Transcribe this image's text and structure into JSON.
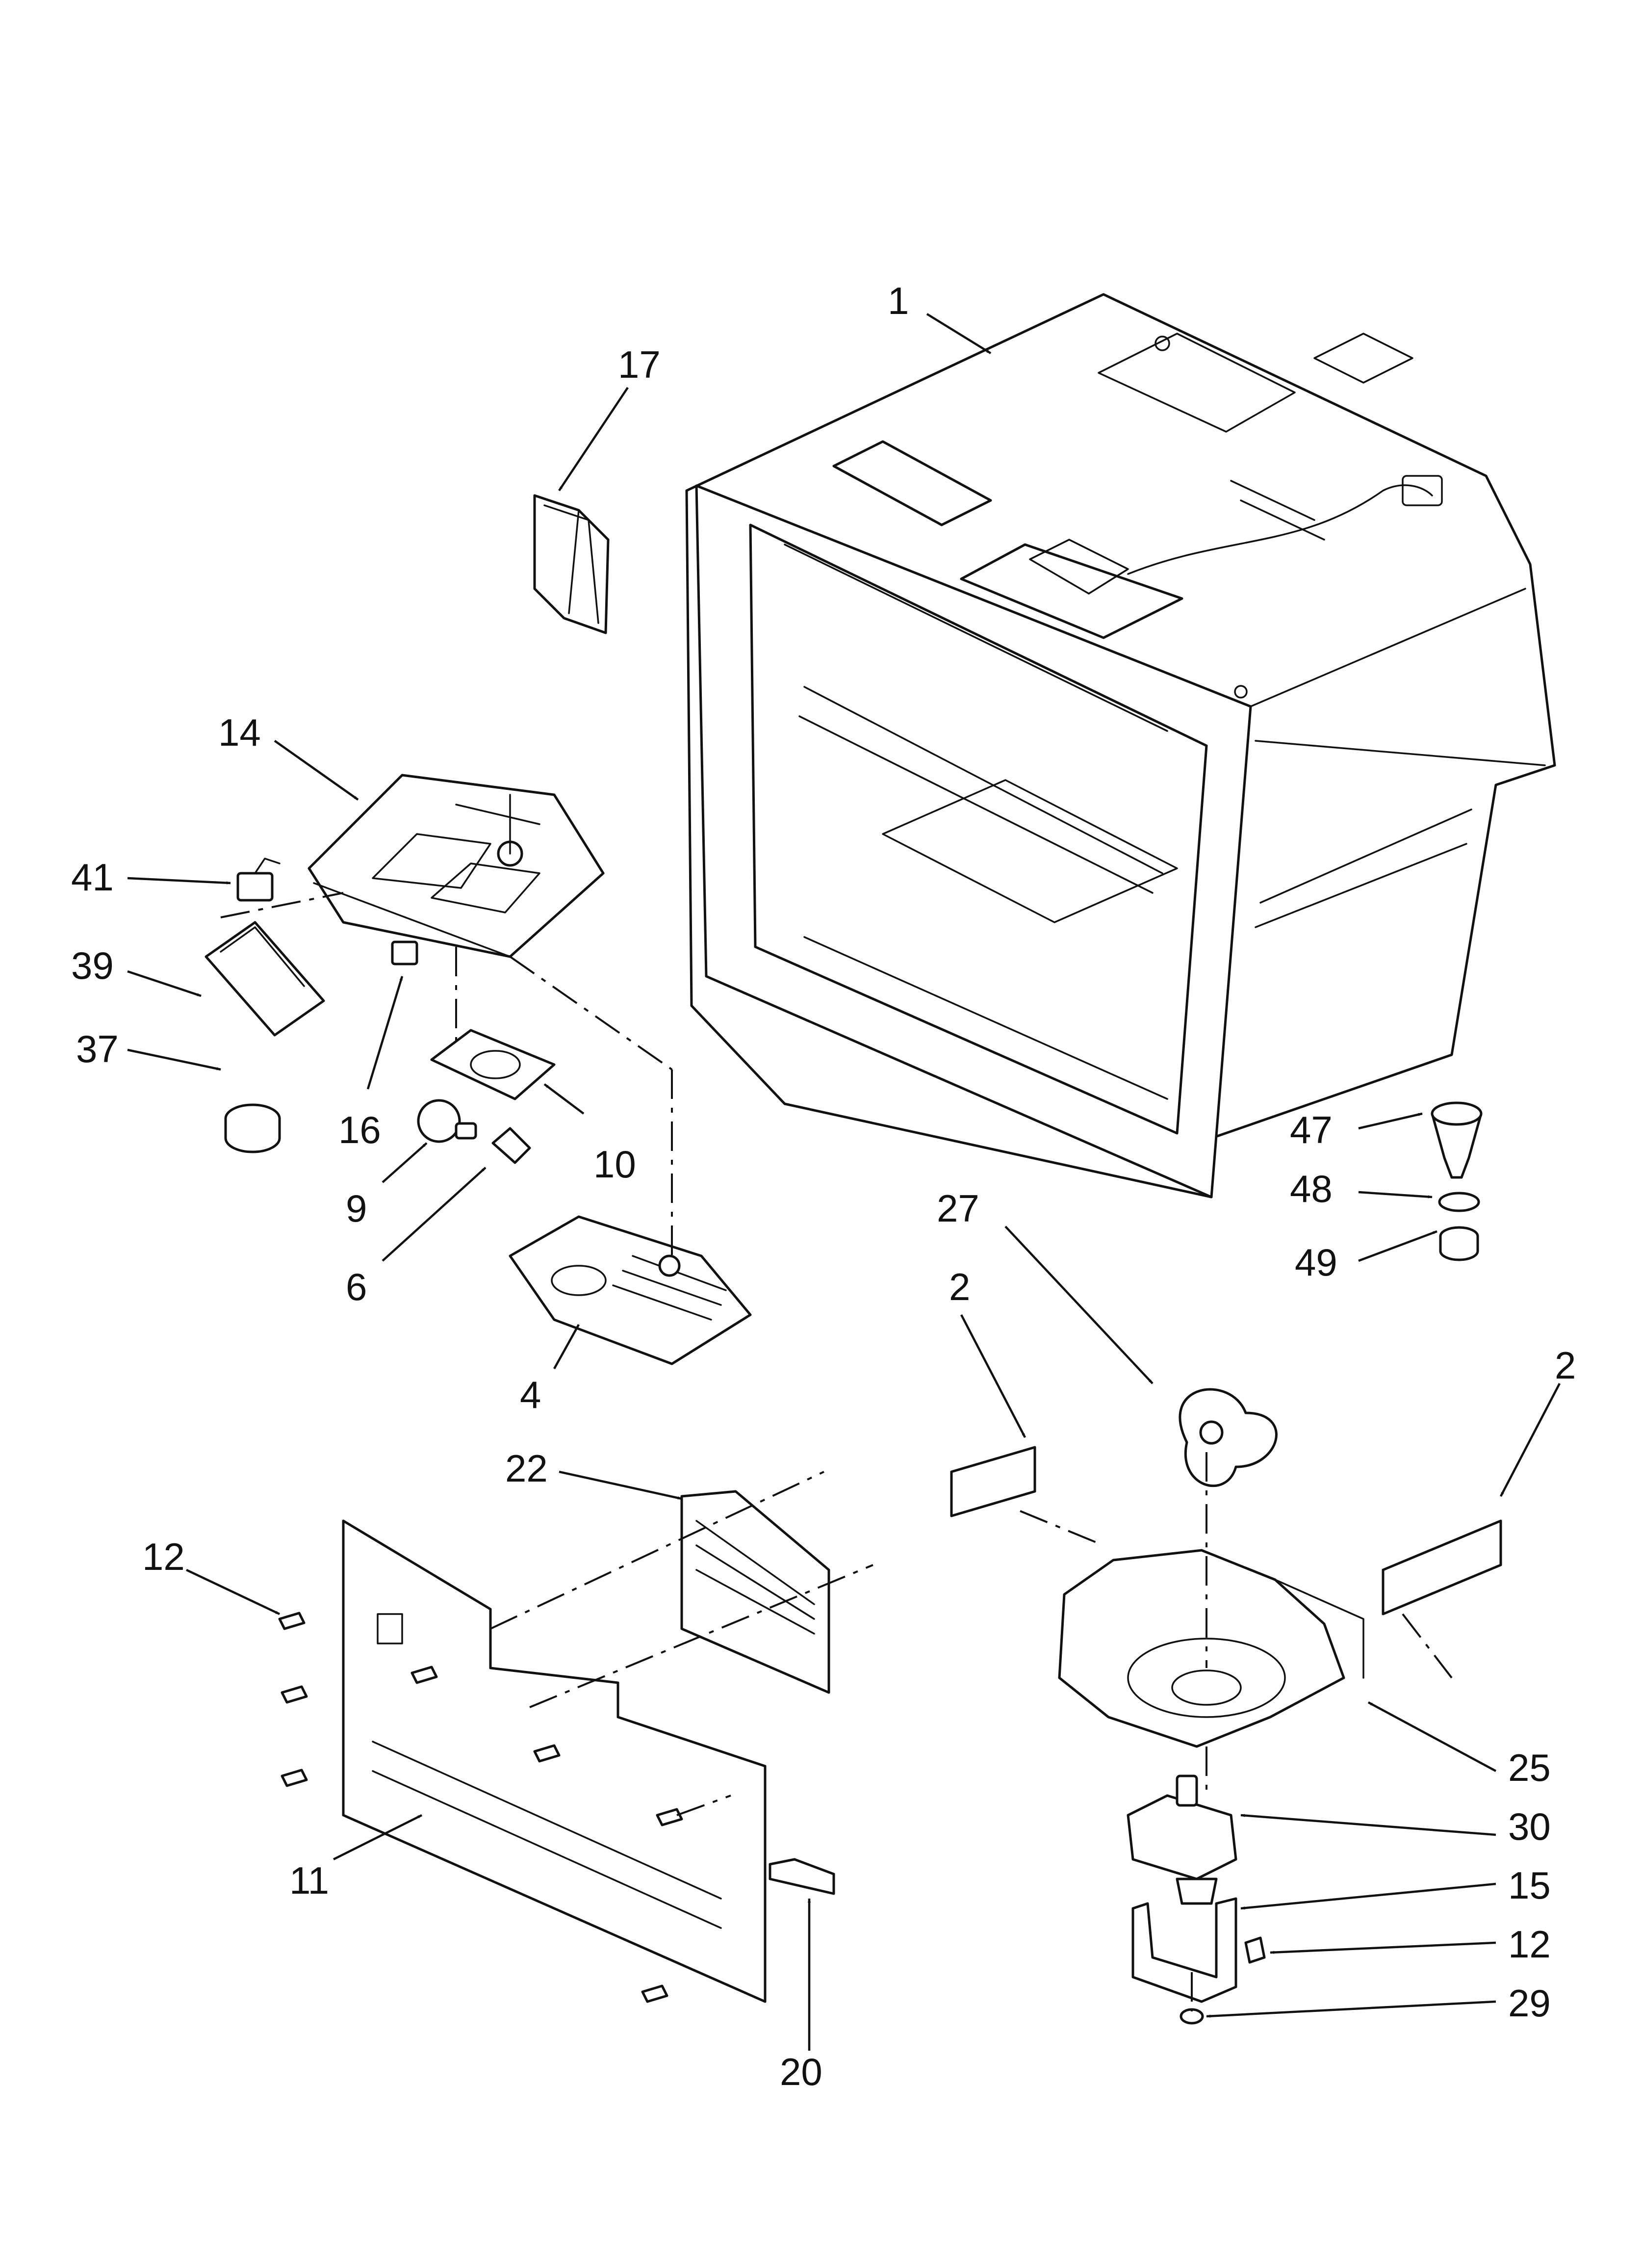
{
  "callouts": {
    "c1": "1",
    "c2a": "2",
    "c2b": "2",
    "c4": "4",
    "c6": "6",
    "c9": "9",
    "c10": "10",
    "c11": "11",
    "c12a": "12",
    "c12b": "12",
    "c14": "14",
    "c15": "15",
    "c16": "16",
    "c17": "17",
    "c20": "20",
    "c22": "22",
    "c25": "25",
    "c27": "27",
    "c29": "29",
    "c30": "30",
    "c37": "37",
    "c39": "39",
    "c41": "41",
    "c47": "47",
    "c48": "48",
    "c49": "49"
  }
}
